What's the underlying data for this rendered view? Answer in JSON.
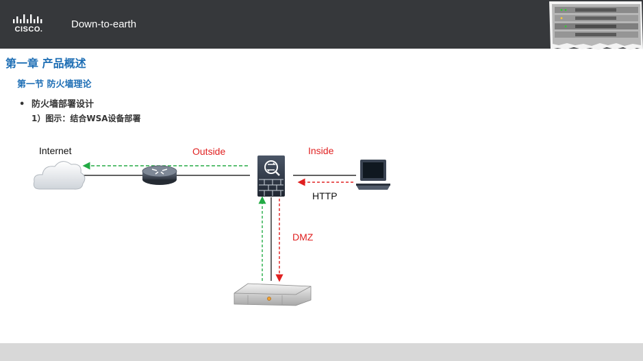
{
  "header": {
    "logo_text": "CISCO.",
    "tagline": "Down-to-earth",
    "background": "#36383b"
  },
  "content": {
    "chapter_title": "第一章 产品概述",
    "section_title": "第一节 防火墙理论",
    "bullet_glyph": "•",
    "bullet_text": "防火墙部署设计",
    "sub_item": "1）图示：结合WSA设备部署"
  },
  "diagram": {
    "labels": {
      "internet": "Internet",
      "outside": "Outside",
      "inside": "Inside",
      "http": "HTTP",
      "dmz": "DMZ"
    },
    "devices": {
      "cloud": "cloud-icon",
      "router": "router-icon",
      "firewall": "asa-firewall-icon",
      "laptop": "laptop-icon",
      "wsa": "wsa-appliance-icon"
    },
    "colors": {
      "title_blue": "#1f6fb5",
      "request_red": "#e02020",
      "response_green": "#22aa44",
      "link": "#000000"
    }
  }
}
